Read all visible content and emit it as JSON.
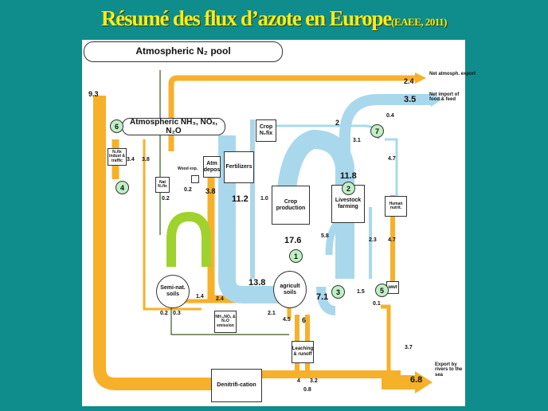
{
  "title": {
    "main": "Résumé des flux d’azote en Europe",
    "source": "(EAEE, 2011)"
  },
  "nodes": {
    "atm_pool": "Atmospheric N₂ pool",
    "atm_reactive": "Atmospheric NH₃, NOₓ, N₂O",
    "n2fix_indust": "N₂fix indust & traffic",
    "nat_n2fix": "Nat N₂fix",
    "wood_exp": "Wood exp.",
    "atm_depos": "Atm depos",
    "fertilizers": "Fertilizers",
    "crop_n2fix": "Crop N₂fix",
    "crop_production": "Crop production",
    "livestock": "Livestock farming",
    "human_nutrit": "Human nutrit.",
    "semi_nat_soils": "Semi-nat. soils",
    "agricult_soils": "agricult soils",
    "emission": "NH₃,NOₓ & N₂O emission",
    "leaching": "Leaching & runoff",
    "wwtp": "wwt",
    "denitrification": "Denitrifi-cation",
    "net_atm_export": "Net atmosph. export",
    "net_import": "Net import of food & feed",
    "export_rivers": "Export by rivers to the sea"
  },
  "circles": [
    "1",
    "2",
    "3",
    "4",
    "5",
    "6",
    "7"
  ],
  "values": {
    "v9_3": "9.3",
    "v2_4a": "2.4",
    "v3_5": "3.5",
    "v0_4": "0.4",
    "v2": "2",
    "v3_1": "3.1",
    "v4_7a": "4.7",
    "v4_7b": "4.7",
    "v3_4": "3.4",
    "v3_8a": "3.8",
    "v3_8b": "3.8",
    "v0_2a": "0.2",
    "v0_2b": "0.2",
    "v11_2": "11.2",
    "v1_0": "1.0",
    "v11_8": "11.8",
    "v17_6": "17.6",
    "v5_8": "5.8",
    "v2_3": "2.3",
    "v13_8": "13.8",
    "v7_1": "7.1",
    "v1_5": "1.5",
    "v0_1": "0.1",
    "v1_4": "1.4",
    "v2_4b": "2.4",
    "v0_2c": "0.2",
    "v0_3": "0.3",
    "v2_1": "2.1",
    "v4_5": "4.5",
    "v6": "6",
    "v3_7": "3.7",
    "v6_8": "6.8",
    "v4": "4",
    "v3_2": "3.2",
    "v0_8": "0.8"
  },
  "colors": {
    "background": "#0f8c8c",
    "title": "#f2ee1c",
    "flow_orange": "#f7b02a",
    "flow_blue": "#a9d8ec",
    "flow_green": "#9fd22e",
    "circle": "#bff0c4"
  }
}
